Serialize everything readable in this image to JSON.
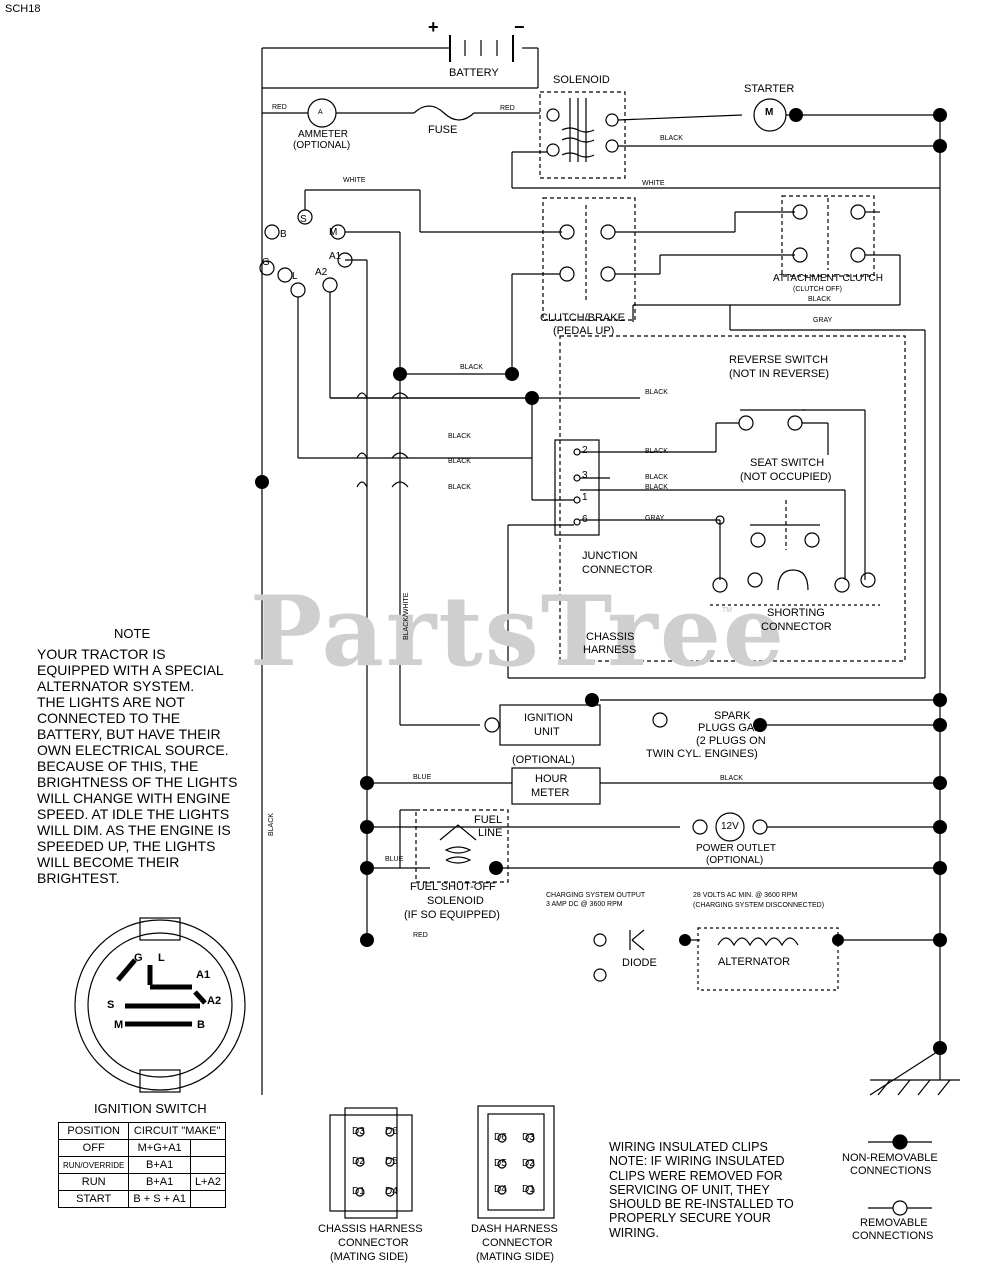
{
  "page_id": "SCH18",
  "watermark": "PartsTree",
  "watermark_tm": "TM",
  "battery": {
    "label": "BATTERY",
    "plus": "+",
    "minus": "−"
  },
  "solenoid": {
    "label": "SOLENOID"
  },
  "starter": {
    "label": "STARTER",
    "symbol": "M"
  },
  "ammeter": {
    "label": "AMMETER",
    "sub": "(OPTIONAL)",
    "symbol": "A"
  },
  "fuse": {
    "label": "FUSE"
  },
  "wire_labels": {
    "red1": "RED",
    "red2": "RED",
    "black_solenoid": "BLACK",
    "white_top": "WHITE",
    "white_mid": "WHITE",
    "black_attach": "BLACK",
    "gray_top": "GRAY",
    "black1": "BLACK",
    "black2": "BLACK",
    "black3": "BLACK",
    "black4": "BLACK",
    "black5": "BLACK",
    "black6": "BLACK",
    "black7": "BLACK",
    "black8": "BLACK",
    "gray_junction": "GRAY",
    "black_white": "BLACK/WHITE",
    "black_vertical": "BLACK",
    "blue1": "BLUE",
    "blue2": "BLUE",
    "black_hour": "BLACK",
    "red_bottom": "RED"
  },
  "ignition_terminals": {
    "S": "S",
    "B": "B",
    "G": "G",
    "M": "M",
    "A1": "A1",
    "A2": "A2",
    "L": "L"
  },
  "clutch_brake": {
    "label": "CLUTCH/BRAKE",
    "sub": "(PEDAL UP)"
  },
  "attachment_clutch": {
    "label": "ATTACHMENT CLUTCH",
    "sub": "(CLUTCH OFF)"
  },
  "reverse_switch": {
    "label": "REVERSE SWITCH",
    "sub": "(NOT IN REVERSE)"
  },
  "seat_switch": {
    "label": "SEAT SWITCH",
    "sub": "(NOT OCCUPIED)"
  },
  "junction_connector": {
    "label": "JUNCTION",
    "label2": "CONNECTOR",
    "pins": [
      "2",
      "3",
      "1",
      "6"
    ]
  },
  "shorting_connector": {
    "label": "SHORTING",
    "label2": "CONNECTOR"
  },
  "chassis_harness": {
    "label": "CHASSIS",
    "label2": "HARNESS"
  },
  "ignition_unit": {
    "label": "IGNITION",
    "label2": "UNIT"
  },
  "spark_plugs": {
    "line1": "SPARK",
    "line2": "PLUGS GAP",
    "line3": "(2 PLUGS ON",
    "line4": "TWIN CYL. ENGINES)"
  },
  "hour_meter": {
    "optional": "(OPTIONAL)",
    "label": "HOUR",
    "label2": "METER"
  },
  "fuel_line": {
    "label": "FUEL",
    "label2": "LINE"
  },
  "fuel_solenoid": {
    "label": "FUEL SHUT-OFF",
    "label2": "SOLENOID",
    "label3": "(IF SO EQUIPPED)"
  },
  "power_outlet": {
    "symbol": "12V",
    "label": "POWER OUTLET",
    "sub": "(OPTIONAL)"
  },
  "charging": {
    "line1": "CHARGING SYSTEM OUTPUT",
    "line2": "3 AMP DC @ 3600 RPM"
  },
  "ac_volts": {
    "line1": "28 VOLTS AC MIN. @ 3600 RPM",
    "line2": "(CHARGING SYSTEM DISCONNECTED)"
  },
  "diode": {
    "label": "DIODE"
  },
  "alternator": {
    "label": "ALTERNATOR"
  },
  "note": {
    "title": "NOTE",
    "lines": [
      "YOUR TRACTOR IS",
      "EQUIPPED WITH A SPECIAL",
      "ALTERNATOR SYSTEM.",
      "THE LIGHTS ARE NOT",
      "CONNECTED TO THE",
      "BATTERY, BUT HAVE THEIR",
      "OWN ELECTRICAL SOURCE.",
      "BECAUSE OF THIS, THE",
      "BRIGHTNESS OF THE LIGHTS",
      "WILL CHANGE WITH ENGINE",
      "SPEED.  AT IDLE THE LIGHTS",
      "WILL DIM.  AS THE ENGINE IS",
      "SPEEDED UP, THE LIGHTS",
      "WILL BECOME THEIR",
      "BRIGHTEST."
    ]
  },
  "ignition_switch": {
    "title": "IGNITION SWITCH",
    "face_labels": {
      "G": "G",
      "L": "L",
      "A1": "A1",
      "A2": "A2",
      "S": "S",
      "M": "M",
      "B": "B"
    },
    "table_headers": [
      "POSITION",
      "CIRCUIT  \"MAKE\""
    ],
    "rows": [
      {
        "position": "OFF",
        "make": "M+G+A1",
        "extra": ""
      },
      {
        "position": "RUN/OVERRIDE",
        "make": "B+A1",
        "extra": ""
      },
      {
        "position": "RUN",
        "make": "B+A1",
        "extra": "L+A2"
      },
      {
        "position": "START",
        "make": "B + S + A1",
        "extra": ""
      }
    ]
  },
  "chassis_connector": {
    "label": "CHASSIS HARNESS",
    "label2": "CONNECTOR",
    "label3": "(MATING SIDE)",
    "pins": [
      "D3",
      "D6",
      "D2",
      "D5",
      "D1",
      "D4"
    ]
  },
  "dash_connector": {
    "label": "DASH HARNESS",
    "label2": "CONNECTOR",
    "label3": "(MATING SIDE)",
    "pins": [
      "D6",
      "D3",
      "D5",
      "D2",
      "D4",
      "D1"
    ]
  },
  "clips_note": {
    "lines": [
      "WIRING INSULATED CLIPS",
      "NOTE: IF WIRING INSULATED",
      "CLIPS WERE REMOVED FOR",
      "SERVICING OF UNIT, THEY",
      "SHOULD BE RE-INSTALLED TO",
      "PROPERLY SECURE YOUR",
      "WIRING."
    ]
  },
  "legend": {
    "non_removable": "NON-REMOVABLE",
    "non_removable2": "CONNECTIONS",
    "removable": "REMOVABLE",
    "removable2": "CONNECTIONS"
  }
}
